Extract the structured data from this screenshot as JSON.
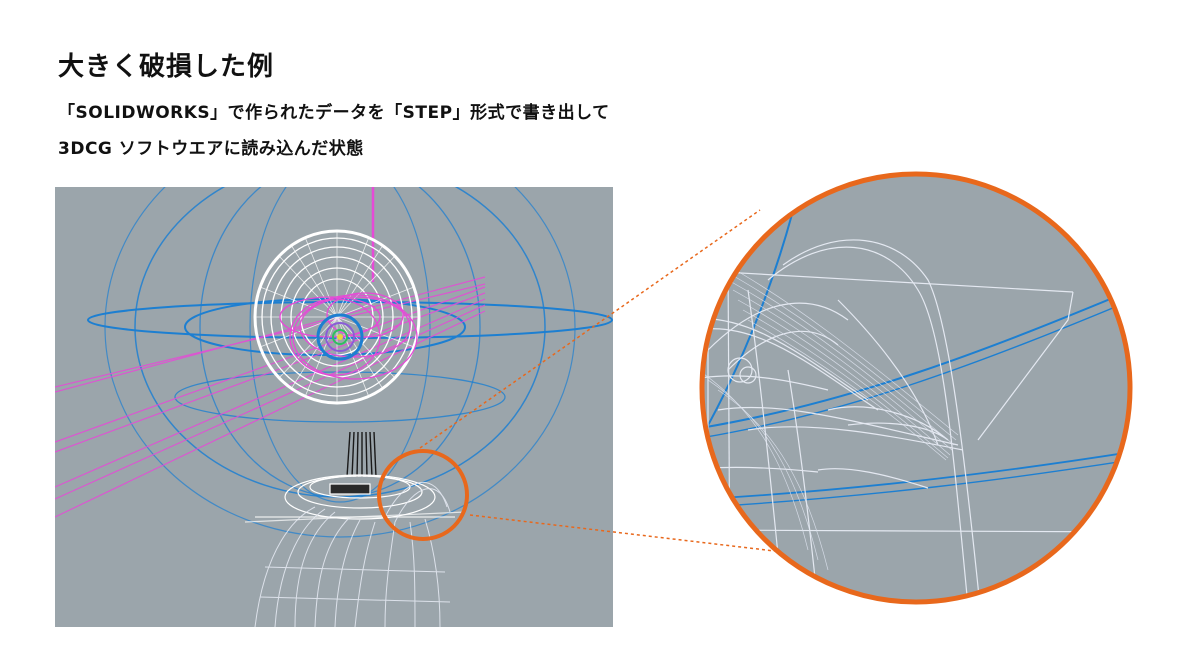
{
  "heading": {
    "title": "大きく破損した例",
    "line1": "「SOLIDWORKS」で作られたデータを「STEP」形式で書き出して",
    "line2": "3DCG ソフトウエアに読み込んだ状態"
  },
  "colors": {
    "viewport_background": "#9ba5ab",
    "highlight_ring": "#e8681c",
    "guide_lines": "#1d7fd1",
    "wireframe": "#ffffff",
    "selection": "#e64ad7"
  }
}
